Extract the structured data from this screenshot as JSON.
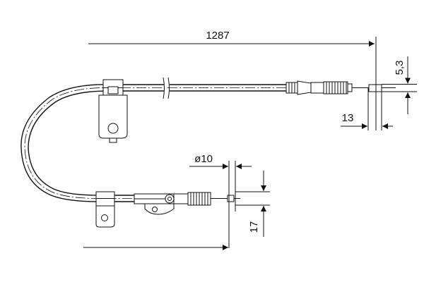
{
  "drawing": {
    "dimensions": {
      "length": "1287",
      "end_offset": "5,3",
      "end_length": "13",
      "diameter": "ø10",
      "bottom_offset": "17"
    }
  }
}
